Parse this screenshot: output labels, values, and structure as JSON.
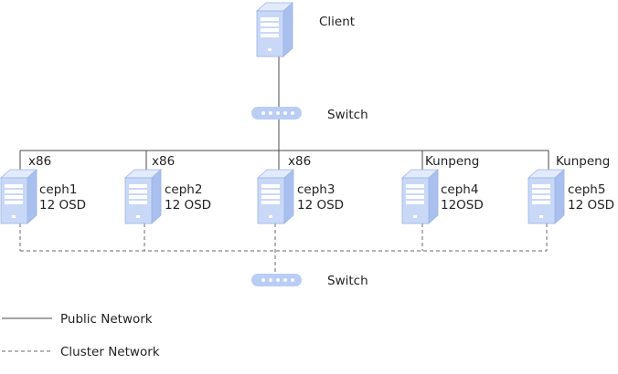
{
  "client": {
    "label": "Client"
  },
  "switches": {
    "public": {
      "label": "Switch"
    },
    "cluster": {
      "label": "Switch"
    }
  },
  "nodes": [
    {
      "arch": "x86",
      "name": "ceph1",
      "osd": "12 OSD"
    },
    {
      "arch": "x86",
      "name": "ceph2",
      "osd": "12 OSD"
    },
    {
      "arch": "x86",
      "name": "ceph3",
      "osd": "12 OSD"
    },
    {
      "arch": "Kunpeng",
      "name": "ceph4",
      "osd": "12OSD"
    },
    {
      "arch": "Kunpeng",
      "name": "ceph5",
      "osd": "12 OSD"
    }
  ],
  "legend": {
    "public": "Public Network",
    "cluster": "Cluster Network"
  },
  "colors": {
    "server_front": "#c9d8f7",
    "server_side": "#a9c0ef",
    "server_top": "#e2ebfc",
    "switch_body": "#b9cdf5"
  }
}
